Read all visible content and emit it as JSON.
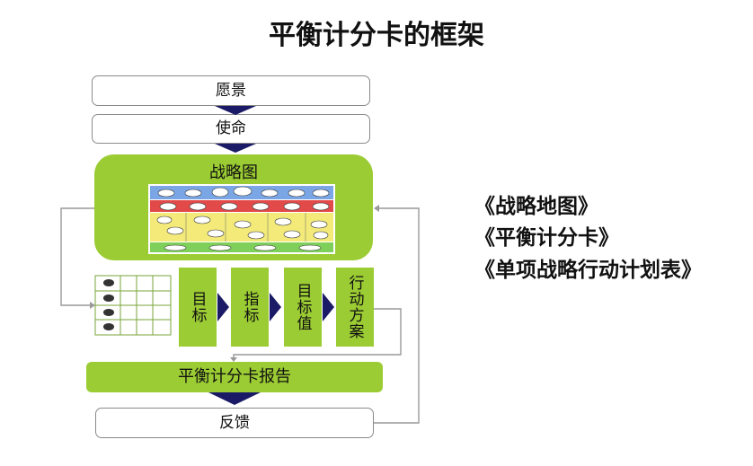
{
  "title": "平衡计分卡的框架",
  "steps": {
    "vision": "愿景",
    "mission": "使命",
    "strategy_map": "战略图",
    "report": "平衡计分卡报告",
    "feedback": "反馈"
  },
  "columns": [
    "目标",
    "指标",
    "目标值",
    "行动方案"
  ],
  "right_list": [
    "《战略地图》",
    "《平衡计分卡》",
    "《单项战略行动计划表》"
  ],
  "colors": {
    "green": "#9bcc33",
    "navy": "#1a1a66",
    "line": "#999999"
  }
}
